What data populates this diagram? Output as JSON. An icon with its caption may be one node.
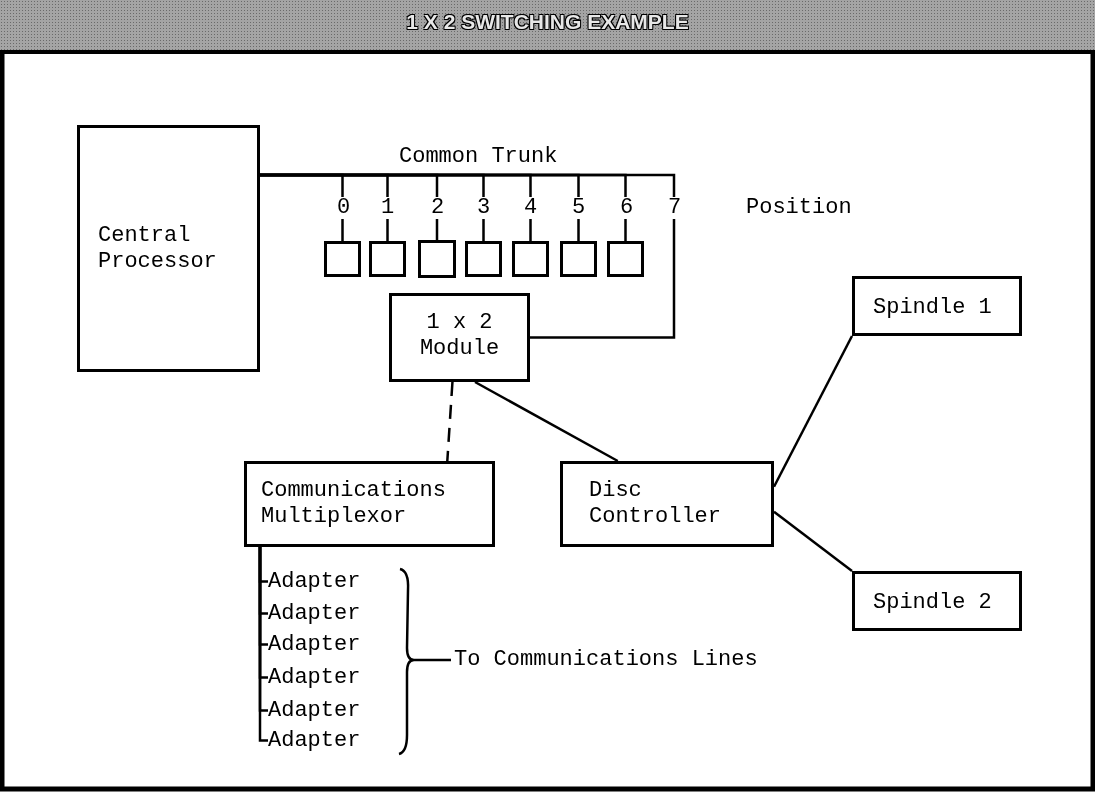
{
  "diagram": {
    "title": "1 X 2 SWITCHING EXAMPLE",
    "nodes": [
      {
        "text": [
          "Central Processor"
        ]
      },
      {
        "text": [],
        "shape": "box"
      },
      {
        "text": [],
        "shape": "box"
      },
      {
        "text": [],
        "shape": "box"
      },
      {
        "text": [],
        "shape": "box"
      },
      {
        "text": [],
        "shape": "box"
      },
      {
        "text": [],
        "shape": "box"
      },
      {
        "text": [],
        "shape": "box"
      },
      {
        "text": [
          "1 x 2 Module"
        ]
      },
      {
        "text": [
          "Communications Multiplexor"
        ]
      },
      {
        "text": [
          "Disc Controller"
        ]
      },
      {
        "text": [
          "Spindle 1"
        ]
      },
      {
        "text": [
          "Spindle 2"
        ]
      },
      {
        "text": [
          "Adapter"
        ]
      },
      {
        "text": [
          "Adapter"
        ]
      },
      {
        "text": [
          "Adapter"
        ]
      },
      {
        "text": [
          "Adapter"
        ]
      },
      {
        "text": [
          "Adapter"
        ]
      },
      {
        "text": [
          "Adapter"
        ]
      }
    ],
    "edges": [
      {
        "from": 0,
        "to": 1,
        "arrow": "none"
      },
      {
        "from": 0,
        "to": 2,
        "arrow": "none"
      },
      {
        "from": 0,
        "to": 3,
        "arrow": "none"
      },
      {
        "from": 0,
        "to": 4,
        "arrow": "none"
      },
      {
        "from": 0,
        "to": 5,
        "arrow": "none"
      },
      {
        "from": 0,
        "to": 6,
        "arrow": "none"
      },
      {
        "from": 0,
        "to": 7,
        "arrow": "none"
      },
      {
        "from": 0,
        "to": 8,
        "arrow": "none",
        "label": "Common Trunk"
      },
      {
        "from": 8,
        "to": 9,
        "arrow": "none",
        "style": "dashed"
      },
      {
        "from": 8,
        "to": 10,
        "arrow": "none"
      },
      {
        "from": 10,
        "to": 11,
        "arrow": "none"
      },
      {
        "from": 10,
        "to": 12,
        "arrow": "none"
      },
      {
        "from": 9,
        "to": 13,
        "arrow": "none"
      },
      {
        "from": 9,
        "to": 14,
        "arrow": "none"
      },
      {
        "from": 9,
        "to": 15,
        "arrow": "none"
      },
      {
        "from": 9,
        "to": 16,
        "arrow": "none"
      },
      {
        "from": 9,
        "to": 17,
        "arrow": "none"
      },
      {
        "from": 9,
        "to": 18,
        "arrow": "none"
      }
    ],
    "labels": [
      "0",
      "1",
      "2",
      "3",
      "4",
      "5",
      "6",
      "7",
      "Position",
      "To Communications Lines"
    ]
  }
}
